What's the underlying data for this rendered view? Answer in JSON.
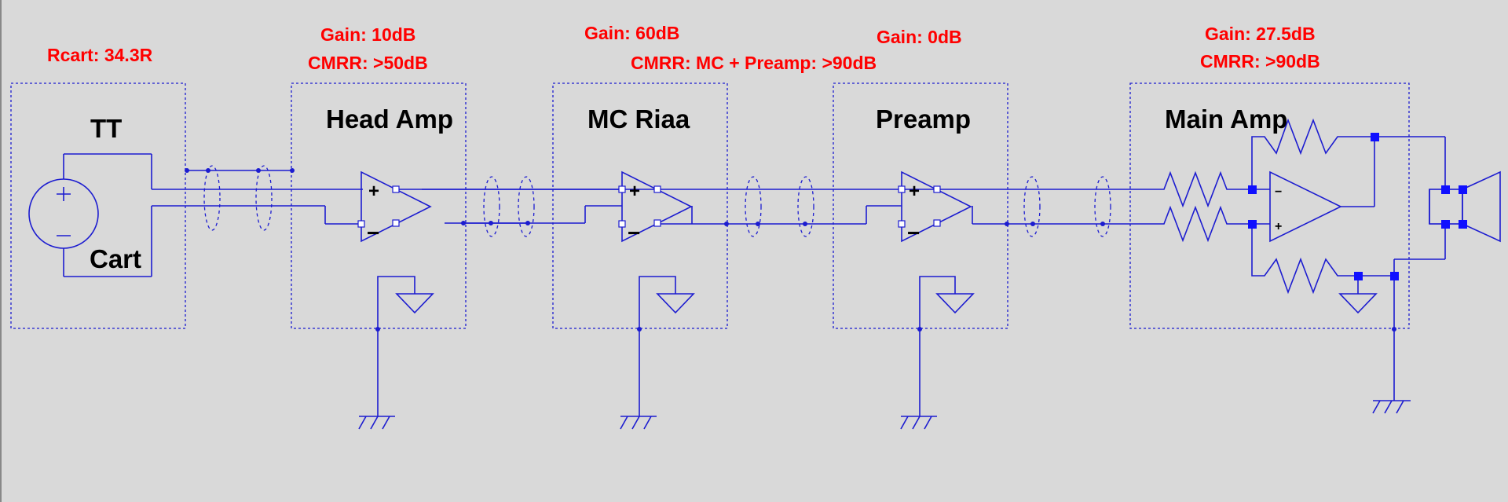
{
  "annotations": {
    "rcart": "Rcart: 34.3R",
    "head_gain": "Gain: 10dB",
    "head_cmrr": "CMRR: >50dB",
    "mc_gain": "Gain: 60dB",
    "mc_pre_cmrr": "CMRR: MC + Preamp: >90dB",
    "pre_gain": "Gain: 0dB",
    "main_gain": "Gain: 27.5dB",
    "main_cmrr": "CMRR: >90dB"
  },
  "blocks": {
    "tt": "TT",
    "cart": "Cart",
    "head_amp": "Head Amp",
    "mc_riaa": "MC Riaa",
    "preamp": "Preamp",
    "main_amp": "Main Amp"
  },
  "symbols": {
    "plus": "+",
    "minus": "−"
  },
  "colors": {
    "background": "#d9d9d9",
    "wire": "#1c1cd0",
    "annotation": "#ff0000"
  }
}
